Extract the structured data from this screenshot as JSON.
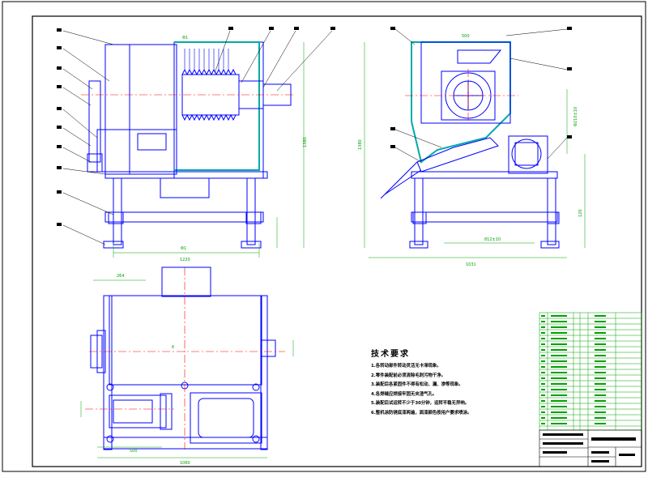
{
  "notes": {
    "title": "技术要求",
    "items": [
      "1.各转动部件转动灵活无卡滞现象。",
      "2.零件装配前必须清除毛刺污物干净。",
      "3.装配后各紧固件不得有松动、漏、渗等现象。",
      "4.各焊缝应焊接牢固无夹渣气孔。",
      "5.装配后试运转不少于30分钟，运转平稳无异响。",
      "6.整机涂防锈底漆两遍，面漆颜色按用户要求喷涂。"
    ]
  },
  "colors": {
    "outline": "#0000ff",
    "centerline": "#ff0000",
    "dimension": "#00a000",
    "hatch": "#00aaaa",
    "border": "#000000"
  }
}
